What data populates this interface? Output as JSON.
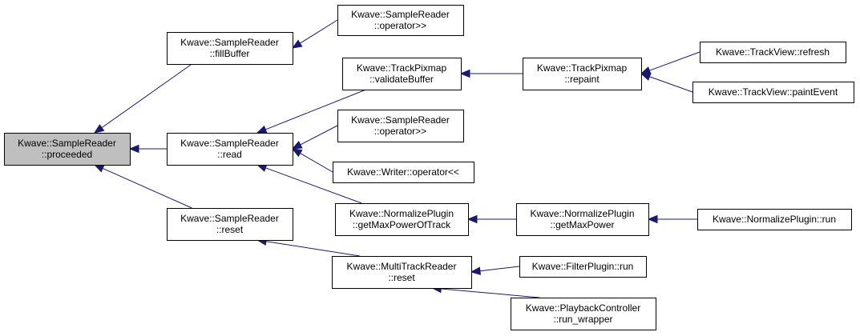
{
  "colors": {
    "edge": "#191970",
    "focus_fill": "#bfbfbf",
    "node_fill": "#ffffff",
    "border": "#000000"
  },
  "nodes": {
    "proceeded": {
      "lines": [
        "Kwave::SampleReader",
        "::proceeded"
      ],
      "focus": true
    },
    "fillBuffer": {
      "lines": [
        "Kwave::SampleReader",
        "::fillBuffer"
      ]
    },
    "read": {
      "lines": [
        "Kwave::SampleReader",
        "::read"
      ]
    },
    "resetSR": {
      "lines": [
        "Kwave::SampleReader",
        "::reset"
      ]
    },
    "opShiftA": {
      "lines": [
        "Kwave::SampleReader",
        "::operator>>"
      ]
    },
    "validateBuffer": {
      "lines": [
        "Kwave::TrackPixmap",
        "::validateBuffer"
      ]
    },
    "opShiftB": {
      "lines": [
        "Kwave::SampleReader",
        "::operator>>"
      ]
    },
    "writerOp": {
      "lines": [
        "Kwave::Writer::operator<<"
      ]
    },
    "getMaxPowerOfTrack": {
      "lines": [
        "Kwave::NormalizePlugin",
        "::getMaxPowerOfTrack"
      ]
    },
    "mtrReset": {
      "lines": [
        "Kwave::MultiTrackReader",
        "::reset"
      ]
    },
    "repaint": {
      "lines": [
        "Kwave::TrackPixmap",
        "::repaint"
      ]
    },
    "getMaxPower": {
      "lines": [
        "Kwave::NormalizePlugin",
        "::getMaxPower"
      ]
    },
    "filterRun": {
      "lines": [
        "Kwave::FilterPlugin::run"
      ]
    },
    "runWrapper": {
      "lines": [
        "Kwave::PlaybackController",
        "::run_wrapper"
      ]
    },
    "tvRefresh": {
      "lines": [
        "Kwave::TrackView::refresh"
      ]
    },
    "tvPaint": {
      "lines": [
        "Kwave::TrackView::paintEvent"
      ]
    },
    "normRun": {
      "lines": [
        "Kwave::NormalizePlugin::run"
      ]
    }
  },
  "edges": [
    [
      "fillBuffer",
      "proceeded"
    ],
    [
      "read",
      "proceeded"
    ],
    [
      "resetSR",
      "proceeded"
    ],
    [
      "opShiftA",
      "fillBuffer"
    ],
    [
      "validateBuffer",
      "read"
    ],
    [
      "opShiftB",
      "read"
    ],
    [
      "writerOp",
      "read"
    ],
    [
      "getMaxPowerOfTrack",
      "read"
    ],
    [
      "mtrReset",
      "resetSR"
    ],
    [
      "repaint",
      "validateBuffer"
    ],
    [
      "tvRefresh",
      "repaint"
    ],
    [
      "tvPaint",
      "repaint"
    ],
    [
      "getMaxPower",
      "getMaxPowerOfTrack"
    ],
    [
      "normRun",
      "getMaxPower"
    ],
    [
      "filterRun",
      "mtrReset"
    ],
    [
      "runWrapper",
      "mtrReset"
    ]
  ]
}
